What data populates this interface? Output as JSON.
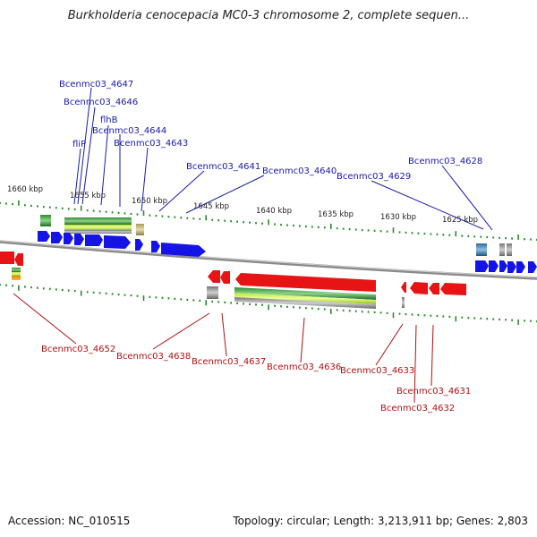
{
  "title": "Burkholderia cenocepacia MC0-3 chromosome 2, complete sequen...",
  "accession": "Accession: NC_010515",
  "topology": "Topology: circular; Length: 3,213,911 bp; Genes: 2,803",
  "scale_labels": [
    "1660 kbp",
    "1655 kbp",
    "1650 kbp",
    "1645 kbp",
    "1640 kbp",
    "1635 kbp",
    "1630 kbp",
    "1625 kbp"
  ],
  "top_labels": [
    "Bcenmc03_4647",
    "Bcenmc03_4646",
    "flhB",
    "Bcenmc03_4644",
    "fliP",
    "Bcenmc03_4643",
    "Bcenmc03_4641",
    "Bcenmc03_4640",
    "Bcenmc03_4629",
    "Bcenmc03_4628"
  ],
  "bottom_labels": [
    "Bcenmc03_4652",
    "Bcenmc03_4638",
    "Bcenmc03_4637",
    "Bcenmc03_4636",
    "Bcenmc03_4633",
    "Bcenmc03_4631",
    "Bcenmc03_4632"
  ],
  "colors": {
    "forward": "#1010e0",
    "reverse": "#e01010",
    "top_label": "#1a1aa8",
    "bottom_label": "#b01010",
    "backbone": "#888888",
    "ticks": "#2a8a2a"
  }
}
